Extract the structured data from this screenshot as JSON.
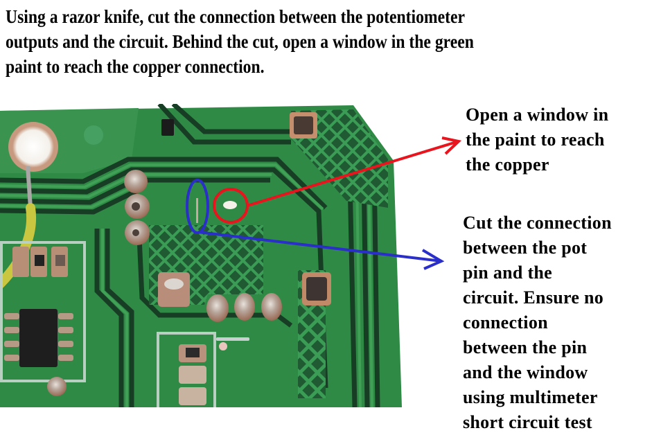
{
  "heading": {
    "lines": [
      "Using a razor knife, cut the connection between the potentiometer",
      "outputs and the circuit. Behind the cut, open a window in the green",
      "paint to reach the copper connection."
    ]
  },
  "callouts": {
    "window": {
      "lines": [
        "Open a window in",
        "the paint to reach",
        "the copper"
      ],
      "marker_color": "#e8141e",
      "marker_shape": "circle"
    },
    "cut": {
      "lines": [
        "Cut the connection",
        "between the pot",
        "pin and the",
        "circuit. Ensure no",
        "connection",
        "between the pin",
        "and the window",
        "using multimeter",
        "short circuit test"
      ],
      "marker_color": "#2b2fc9",
      "marker_shape": "ellipse"
    }
  },
  "photo": {
    "subject": "pcb-closeup",
    "board_color": "#2f8a45",
    "trace_color": "#3fa056",
    "dark_gap_color": "#173d25",
    "pad_color": "#b98b76"
  }
}
